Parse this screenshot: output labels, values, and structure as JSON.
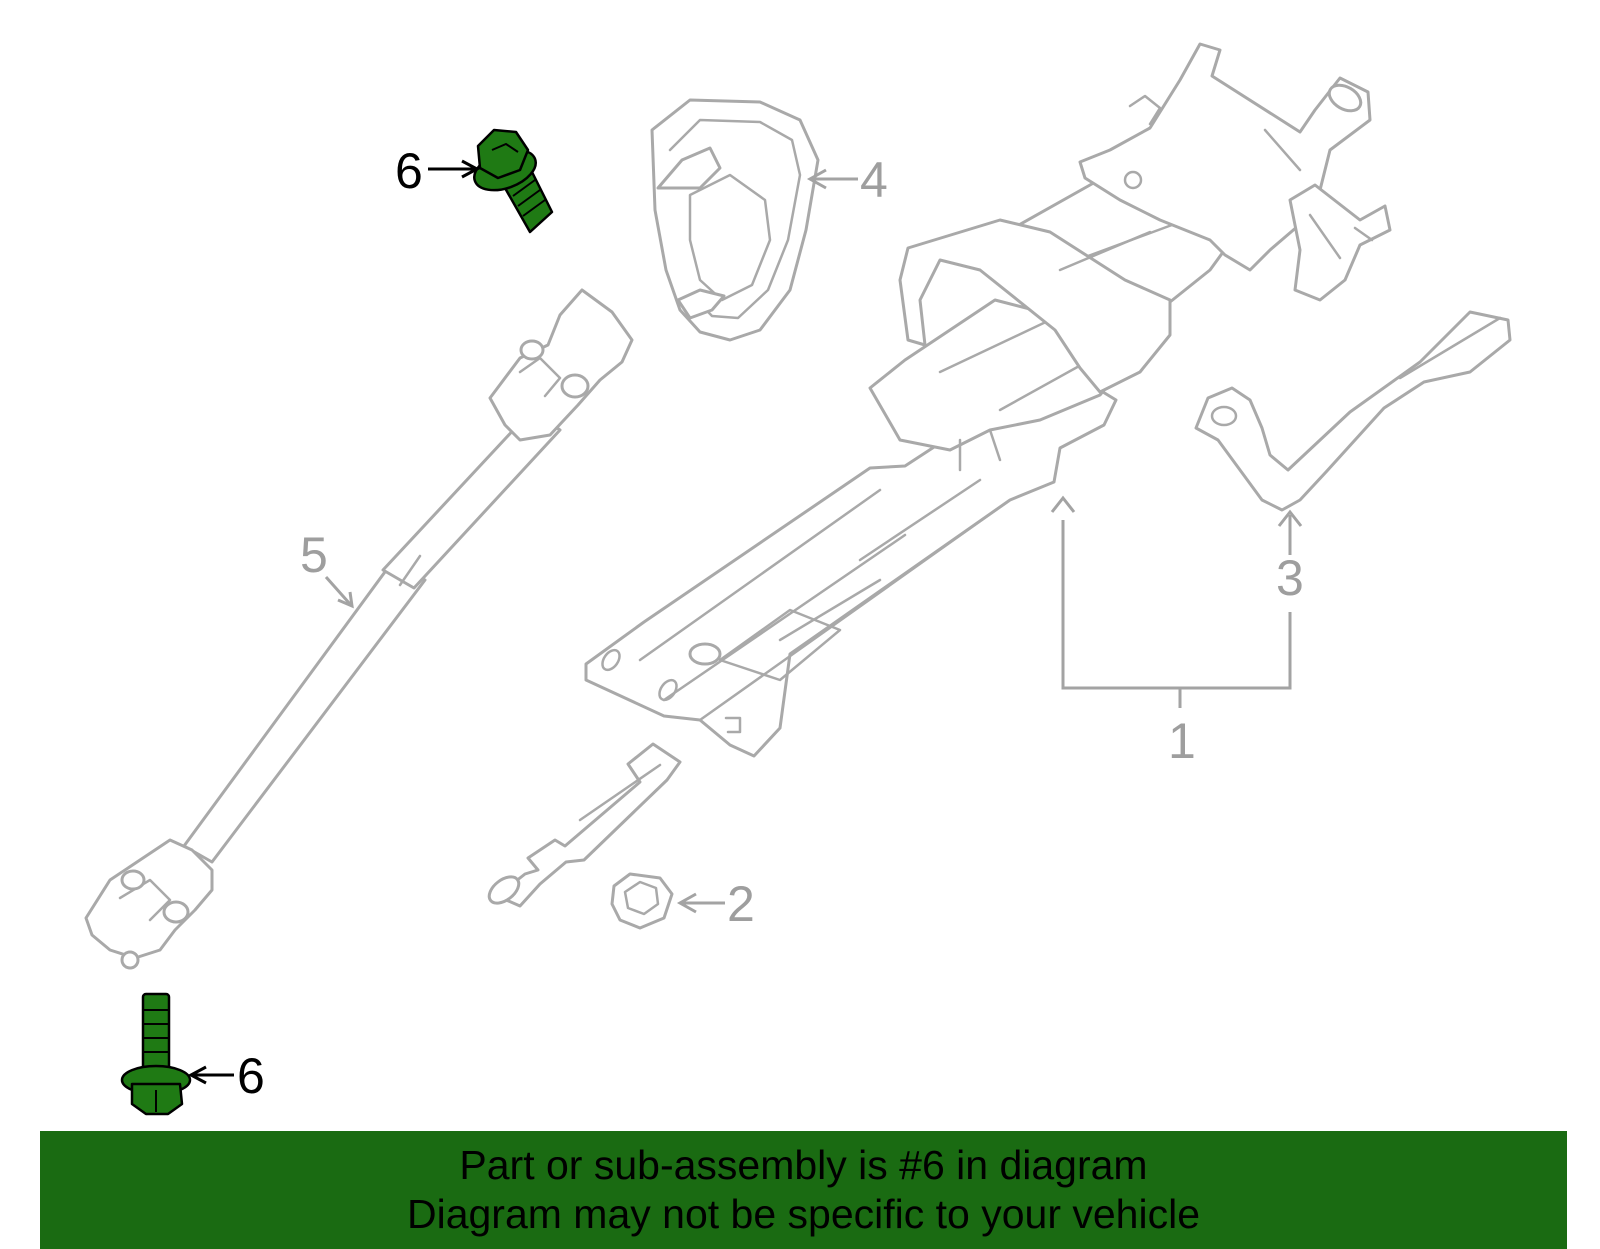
{
  "callouts": {
    "c1": "1",
    "c2": "2",
    "c3": "3",
    "c4": "4",
    "c5": "5",
    "c6_top": "6",
    "c6_bottom": "6"
  },
  "banner": {
    "line1": "Part or sub-assembly is #6 in diagram",
    "line2": "Diagram may not be specific to your vehicle"
  },
  "colors": {
    "highlight_part": "#1f7a14",
    "banner_background": "#1a6b12",
    "line_art": "#a9a9a9"
  }
}
